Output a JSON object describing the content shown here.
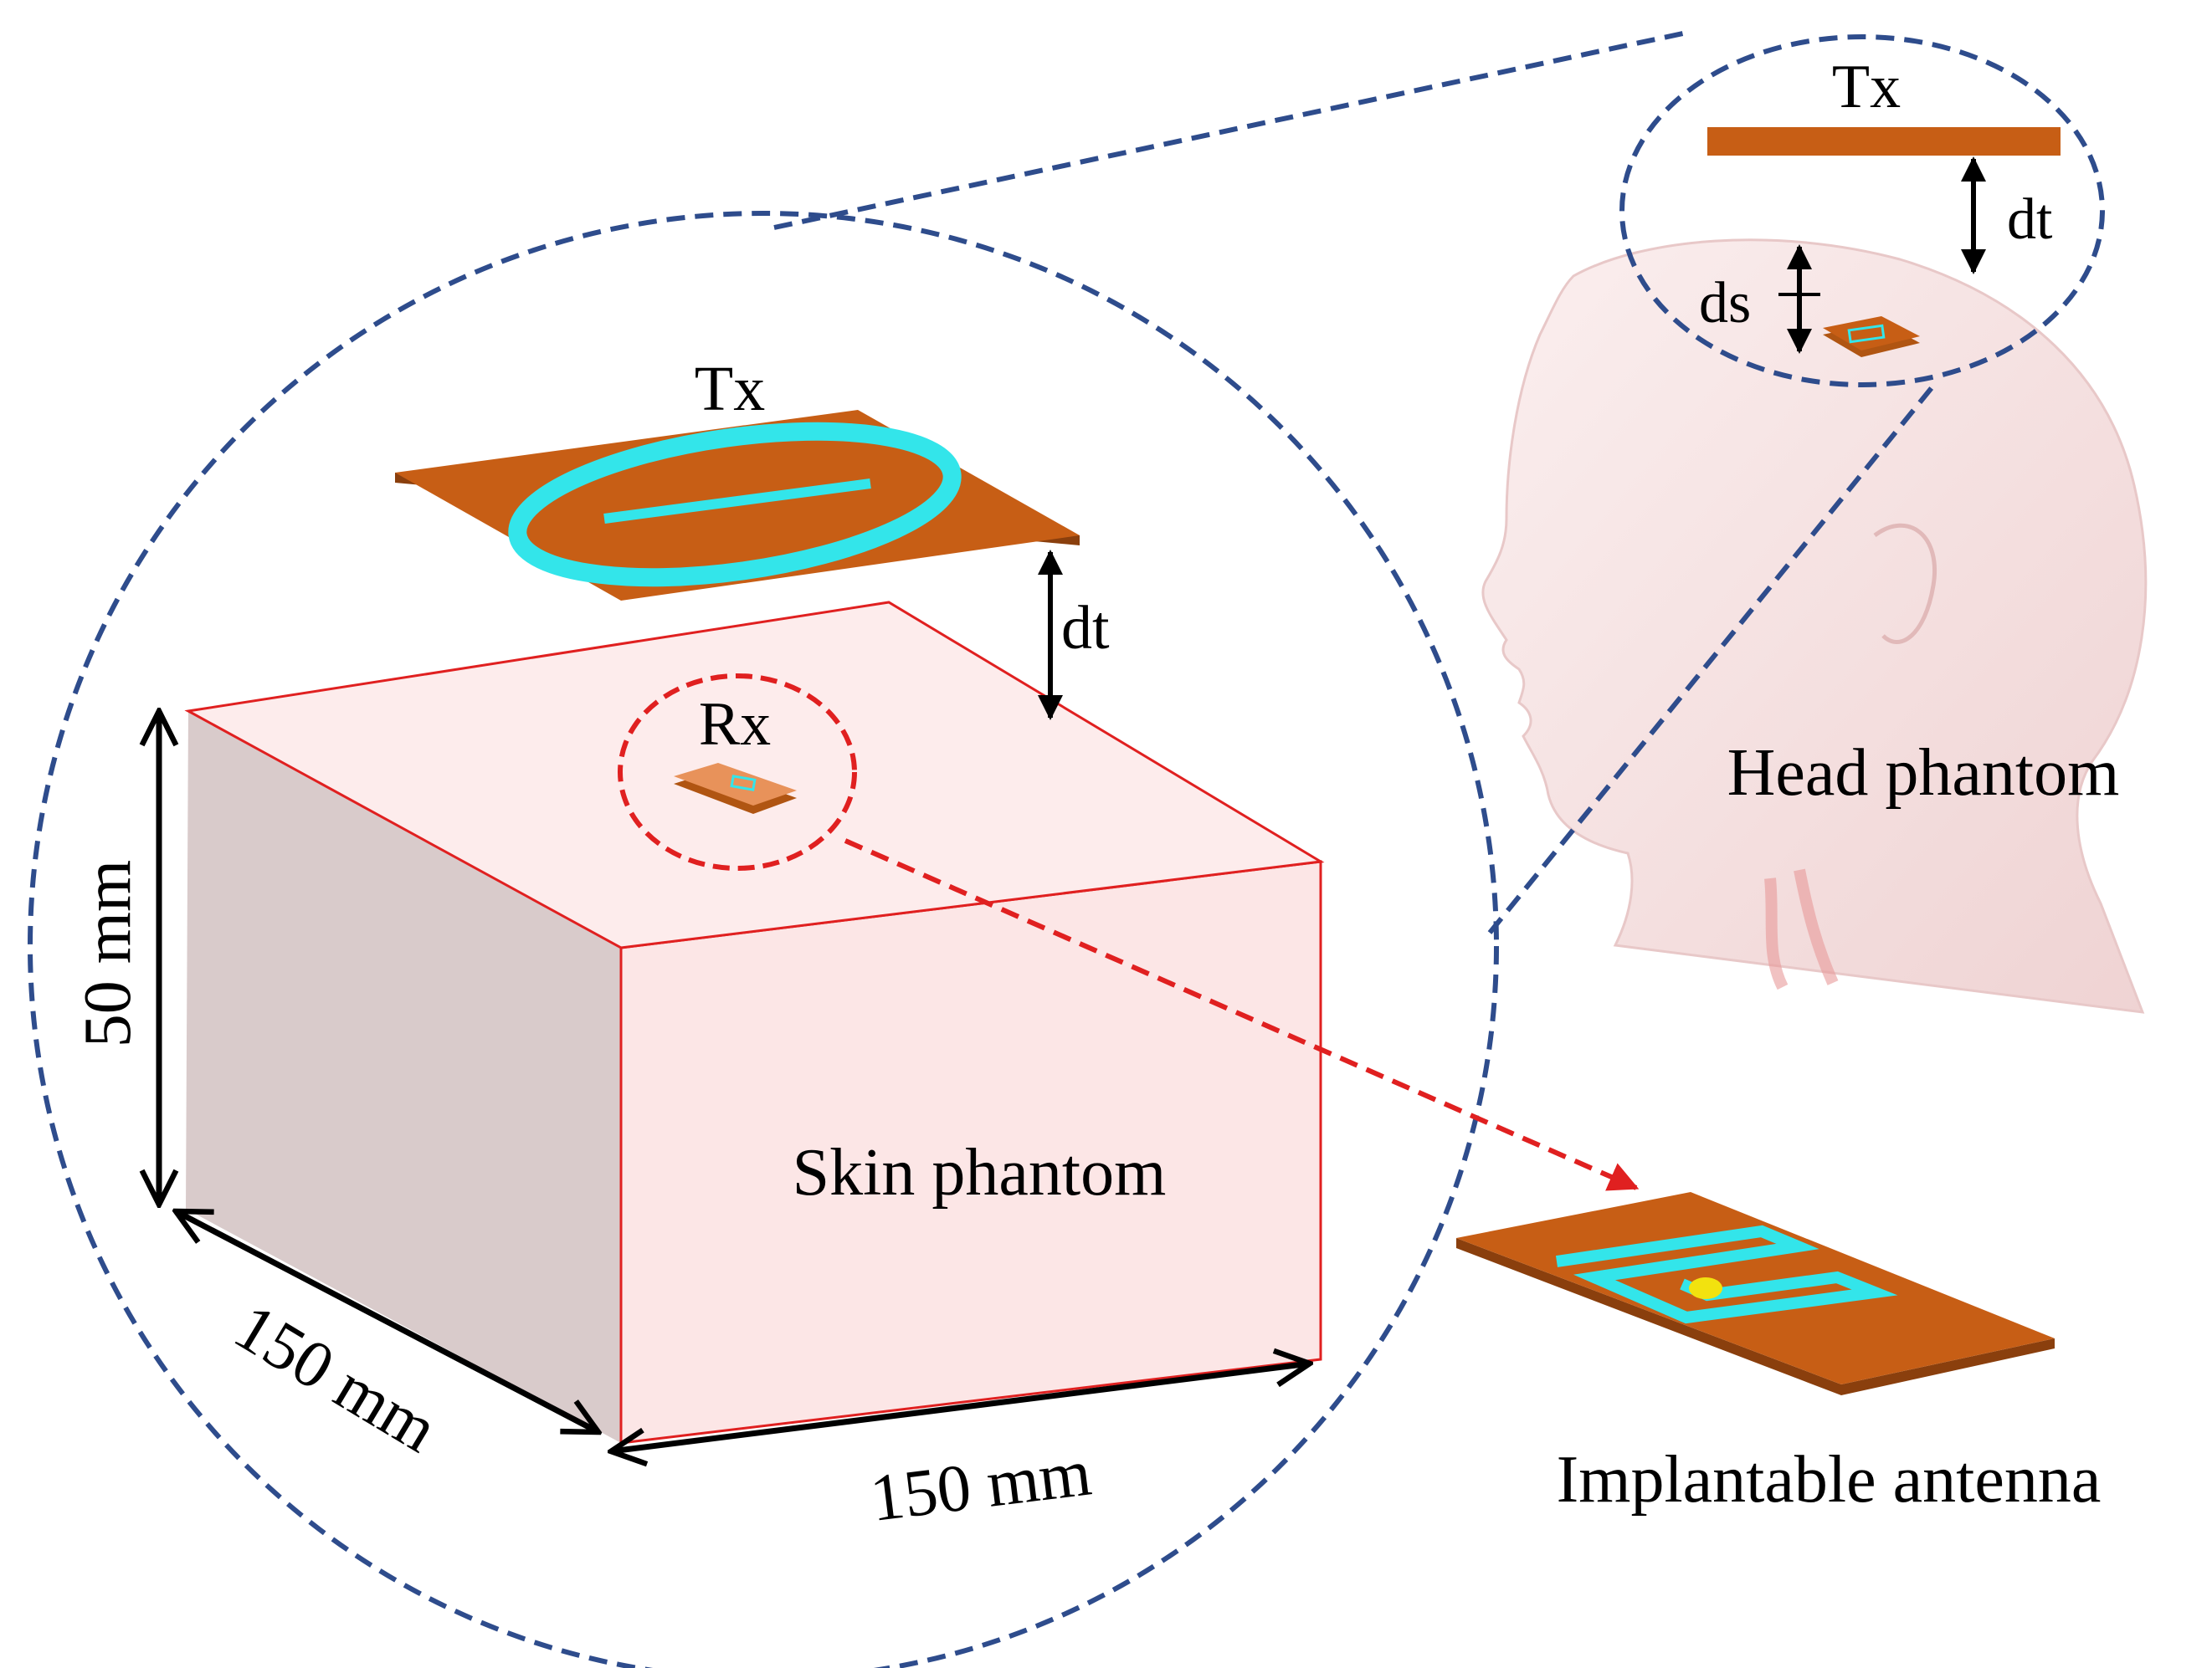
{
  "labels": {
    "tx_main": "Tx",
    "dt_main": "dt",
    "rx": "Rx",
    "skin_phantom": "Skin phantom",
    "height": "50 mm",
    "depth": "150 mm",
    "width": "150 mm",
    "tx_inset": "Tx",
    "dt_inset": "dt",
    "ds_inset": "ds",
    "head_phantom": "Head phantom",
    "implantable_antenna": "Implantable antenna"
  },
  "colors": {
    "substrate": "#C75E15",
    "copper_trace": "#33E5EA",
    "feed_point": "#F2E20F",
    "phantom_edge": "#E02020",
    "phantom_top": "#FDECEC",
    "phantom_front": "#FCE6E6",
    "phantom_side": "#D9CBCB",
    "callout_dashed": "#2E4C8C",
    "rx_callout": "#E02020",
    "head_skin": "#F3DCDC"
  }
}
